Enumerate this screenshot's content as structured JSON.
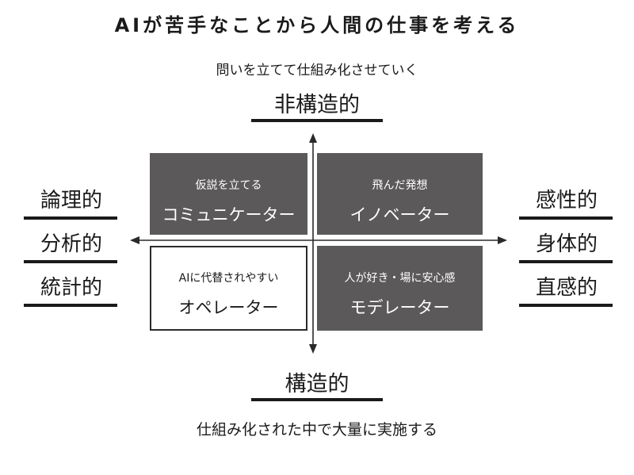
{
  "title": "AIが苦手なことから人間の仕事を考える",
  "top_axis": {
    "caption": "問いを立てて仕組み化させていく",
    "label": "非構造的"
  },
  "bottom_axis": {
    "label": "構造的",
    "caption": "仕組み化された中で大量に実施する"
  },
  "left_axis": {
    "labels": [
      "論理的",
      "分析的",
      "統計的"
    ]
  },
  "right_axis": {
    "labels": [
      "感性的",
      "身体的",
      "直感的"
    ]
  },
  "quadrants": {
    "top_left": {
      "sub": "仮説を立てる",
      "main": "コミュニケーター"
    },
    "top_right": {
      "sub": "飛んだ発想",
      "main": "イノベーター"
    },
    "bottom_left": {
      "sub": "AIに代替されやすい",
      "main": "オペレーター"
    },
    "bottom_right": {
      "sub": "人が好き・場に安心感",
      "main": "モデレーター"
    }
  },
  "colors": {
    "dark_quadrant": "#5b595a",
    "text": "#1a1a1a",
    "background": "#ffffff"
  }
}
